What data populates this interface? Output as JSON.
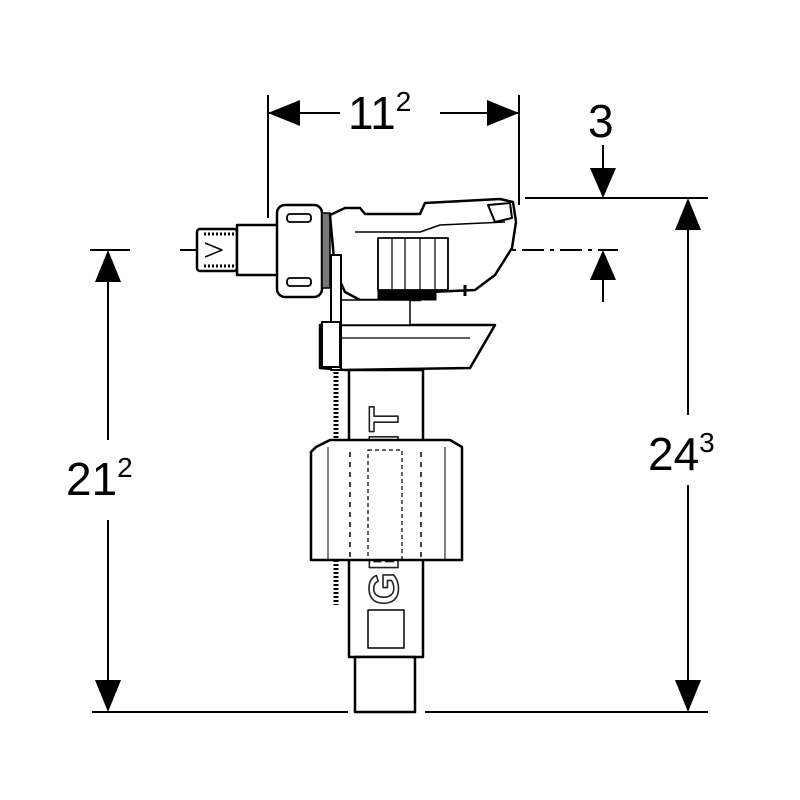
{
  "drawing": {
    "title": "Fill valve dimension drawing",
    "brand_logo": "GEBERIT",
    "colors": {
      "line": "#000000",
      "background": "#ffffff"
    },
    "dimensions": {
      "width_top": {
        "main": "11",
        "sup": "2"
      },
      "offset_top": {
        "main": "3"
      },
      "height_left": {
        "main": "21",
        "sup": "2"
      },
      "height_right": {
        "main": "24",
        "sup": "3"
      }
    }
  }
}
